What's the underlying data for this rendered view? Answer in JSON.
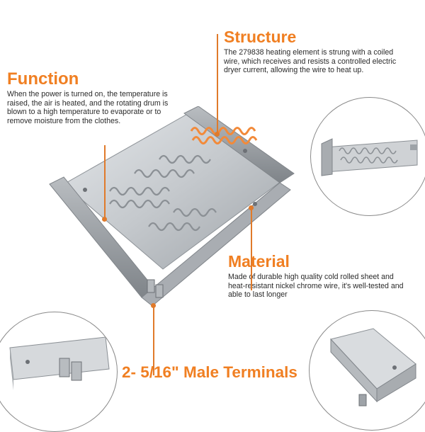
{
  "function": {
    "title": "Function",
    "description": "When the power is turned on, the temperature is raised, the air is heated, and the rotating drum is blown to a high temperature to evaporate or to remove moisture from the clothes."
  },
  "structure": {
    "title": "Structure",
    "description": "The 279838 heating element is strung with a coiled wire, which receives and resists a controlled electric dryer current, allowing the wire to heat up."
  },
  "material": {
    "title": "Material",
    "description": "Made of durable high quality cold rolled sheet and heat-resistant nickel chrome wire, it's well-tested and able to last longer"
  },
  "terminals": {
    "title": "2- 5/16\" Male Terminals"
  },
  "colors": {
    "accent": "#f07f22",
    "metal": "#c9cdd1",
    "highlight_coil": "#f28a3a"
  },
  "images": {
    "main": "heating-element-assembly",
    "zoom_right": "heating-element-end-view",
    "zoom_bottom_left": "terminal-closeup",
    "zoom_bottom_right": "bracket-closeup"
  }
}
